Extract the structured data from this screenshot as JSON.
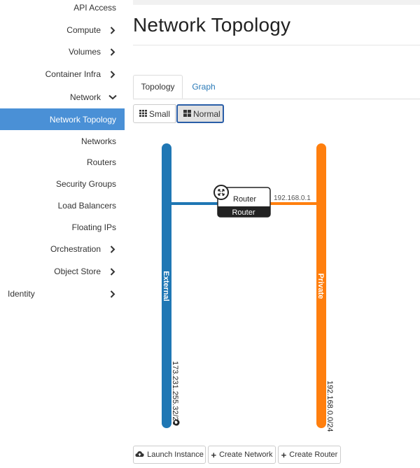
{
  "sidebar": {
    "items": [
      {
        "label": "API Access"
      },
      {
        "label": "Compute"
      },
      {
        "label": "Volumes"
      },
      {
        "label": "Container Infra"
      },
      {
        "label": "Network"
      },
      {
        "label": "Network Topology"
      },
      {
        "label": "Networks"
      },
      {
        "label": "Routers"
      },
      {
        "label": "Security Groups"
      },
      {
        "label": "Load Balancers"
      },
      {
        "label": "Floating IPs"
      },
      {
        "label": "Orchestration"
      },
      {
        "label": "Object Store"
      },
      {
        "label": "Identity"
      }
    ]
  },
  "page": {
    "title": "Network Topology"
  },
  "tabs": [
    {
      "label": "Topology"
    },
    {
      "label": "Graph"
    }
  ],
  "size_toggle": {
    "small": "Small",
    "normal": "Normal"
  },
  "topology": {
    "external": {
      "name": "External",
      "cidr": "173.231.255.32/28",
      "color": "#1f77b4"
    },
    "private": {
      "name": "Private",
      "cidr": "192.168.0.0/24",
      "color": "#ff7f0e"
    },
    "router": {
      "name": "Router",
      "label": "Router",
      "private_ip": "192.168.0.1"
    }
  },
  "actions": {
    "launch": "Launch Instance",
    "create_network": "Create Network",
    "create_router": "Create Router"
  }
}
